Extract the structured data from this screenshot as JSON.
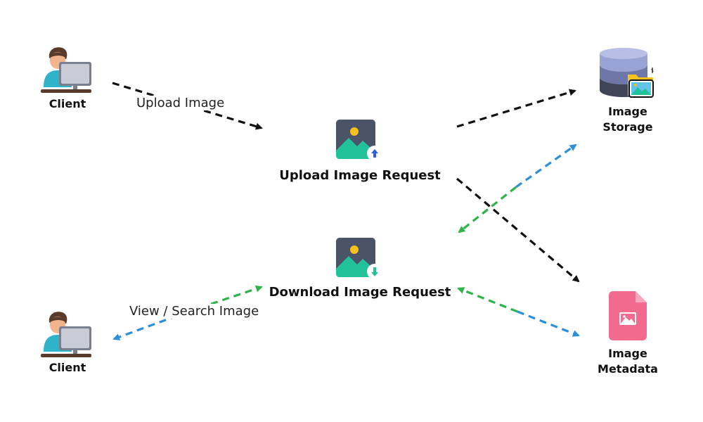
{
  "nodes": {
    "client_top": {
      "label": "Client"
    },
    "client_bottom": {
      "label": "Client"
    },
    "upload_request": {
      "label": "Upload Image Request"
    },
    "download_request": {
      "label": "Download Image Request"
    },
    "image_storage": {
      "label_line1": "Image",
      "label_line2": "Storage"
    },
    "image_metadata": {
      "label_line1": "Image",
      "label_line2": "Metadata"
    }
  },
  "edges": {
    "upload_label": "Upload Image",
    "view_search_label": "View / Search Image"
  },
  "colors": {
    "flow_black": "#111111",
    "flow_green": "#2db34a",
    "flow_blue": "#2b8fd9",
    "picture_bg": "#4a5368",
    "hill": "#21c29a",
    "sun": "#f7c21b",
    "upload_badge_arrow": "#2f5ce6",
    "download_badge_arrow": "#21c29a",
    "db_top": "#9aa3d6",
    "db_mid": "#6f77a8",
    "db_bottom": "#3f4556",
    "metadata_doc": "#f26a8d"
  },
  "icons": {
    "client": "person-at-computer-icon",
    "upload_request": "image-upload-icon",
    "download_request": "image-download-icon",
    "storage": "database-with-image-folder-icon",
    "metadata": "image-document-icon"
  }
}
